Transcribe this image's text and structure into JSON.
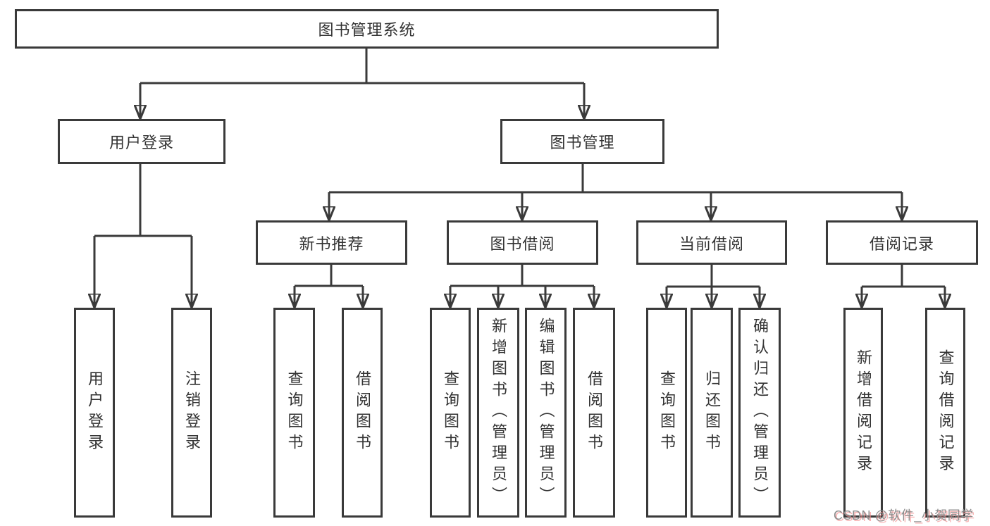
{
  "tree": {
    "label": "图书管理系统",
    "children": [
      {
        "label": "用户登录",
        "children": [
          {
            "label": "用户登录"
          },
          {
            "label": "注销登录"
          }
        ]
      },
      {
        "label": "图书管理",
        "children": [
          {
            "label": "新书推荐",
            "children": [
              {
                "label": "查询图书"
              },
              {
                "label": "借阅图书"
              }
            ]
          },
          {
            "label": "图书借阅",
            "children": [
              {
                "label": "查询图书"
              },
              {
                "label": "新增图书（管理员）"
              },
              {
                "label": "编辑图书（管理员）"
              },
              {
                "label": "借阅图书"
              }
            ]
          },
          {
            "label": "当前借阅",
            "children": [
              {
                "label": "查询图书"
              },
              {
                "label": "归还图书"
              },
              {
                "label": "确认归还（管理员）"
              }
            ]
          },
          {
            "label": "借阅记录",
            "children": [
              {
                "label": "新增借阅记录"
              },
              {
                "label": "查询借阅记录"
              }
            ]
          }
        ]
      }
    ]
  },
  "watermark": {
    "text": "CSDN @软件_小贺同学"
  },
  "colors": {
    "line": "#3a3a3a",
    "text": "#333333",
    "background": "#ffffff",
    "watermark_gray": "#8d8d8d",
    "watermark_pink": "#f48b8b"
  }
}
